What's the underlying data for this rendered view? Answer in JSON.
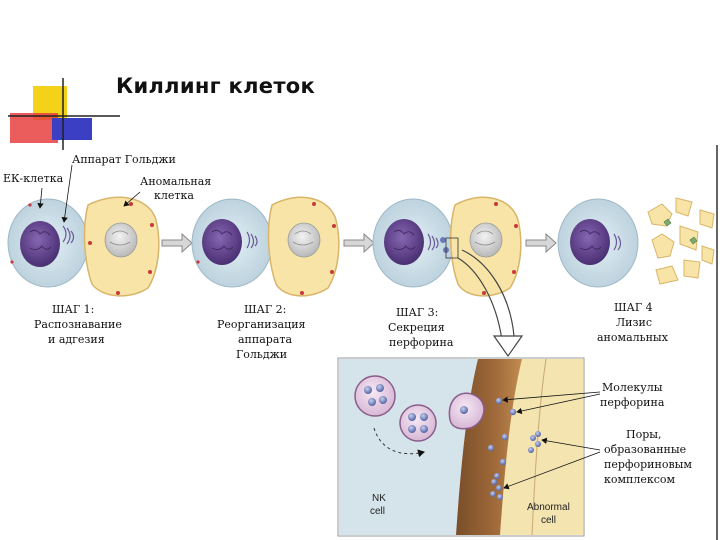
{
  "title": "Киллинг клеток",
  "labels": {
    "golgi": "Аппарат Гольджи",
    "ek_cell": "ЕК-клетка",
    "abnormal_cell_1": "Аномальная",
    "abnormal_cell_2": "клетка"
  },
  "steps": [
    {
      "lines": [
        "ШАГ 1:",
        "Распознавание",
        "и адгезия"
      ]
    },
    {
      "lines": [
        "ШАГ 2:",
        "Реорганизация",
        "аппарата",
        "Гольджи"
      ]
    },
    {
      "lines": [
        "ШАГ 3:",
        "Секреция",
        "перфорина"
      ]
    },
    {
      "lines": [
        "ШАГ 4",
        "Лизис",
        "аномальных"
      ]
    }
  ],
  "inset": {
    "perforin_1": "Молекулы",
    "perforin_2": "перфорина",
    "pores_1": "Поры,",
    "pores_2": "образованные",
    "pores_3": "перфориновым",
    "pores_4": "комплексом",
    "nk_1": "NK",
    "nk_2": "cell",
    "abn_1": "Abnormal",
    "abn_2": "cell"
  },
  "colors": {
    "nk_cell_fill": "#cfe1ea",
    "nucleus": "#5b3f86",
    "abnormal_fill": "#f7e4a6",
    "abnormal_edge": "#d9b56a",
    "abnormal_nucleus": "#d8d8d8",
    "arrow": "#9a9a9a",
    "deco_yellow": "#f5d21a",
    "deco_red": "#e8403f",
    "deco_blue": "#3b3fc4"
  }
}
